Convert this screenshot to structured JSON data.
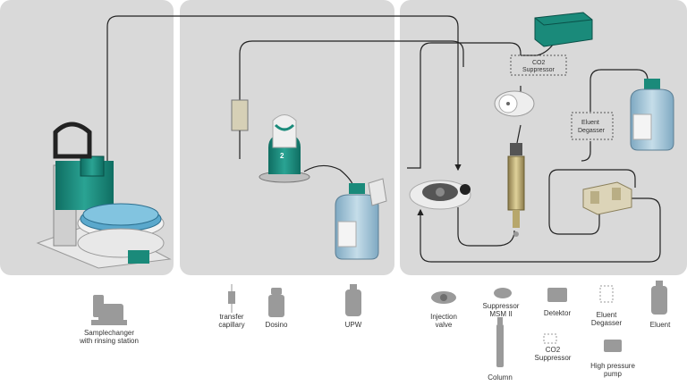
{
  "colors": {
    "panel": "#d9d9d9",
    "line": "#222222",
    "teal": "#1a8a7a",
    "glass": "#9ec3d6",
    "legend_icon": "#9a9a9a"
  },
  "components": {
    "co2_suppressor": {
      "label_top": "CO2",
      "label_bottom": "Suppressor"
    },
    "eluent_degasser": {
      "label_top": "Eluent",
      "label_bottom": "Degasser"
    },
    "dosino_number": "2"
  },
  "legend": {
    "samplechanger": {
      "line1": "Samplechanger",
      "line2": "with rinsing station",
      "icon": "samplechanger-icon"
    },
    "transfer_capillary": {
      "line1": "transfer",
      "line2": "capillary",
      "icon": "capillary-icon"
    },
    "dosino": {
      "line1": "Dosino",
      "icon": "dosino-icon"
    },
    "upw": {
      "line1": "UPW",
      "icon": "bottle-icon"
    },
    "injection_valve": {
      "line1": "Injection",
      "line2": "valve",
      "icon": "valve-icon"
    },
    "suppressor_msm": {
      "line1": "Suppressor",
      "line2": "MSM II",
      "icon": "suppressor-icon"
    },
    "detektor": {
      "line1": "Detektor",
      "icon": "detector-icon"
    },
    "eluent_degasser": {
      "line1": "Eluent",
      "line2": "Degasser",
      "icon": "degasser-icon"
    },
    "eluent": {
      "line1": "Eluent",
      "icon": "bottle-icon"
    },
    "co2_suppressor": {
      "line1": "CO2",
      "line2": "Suppressor",
      "icon": "co2-suppressor-icon"
    },
    "high_pressure_pump": {
      "line1": "High pressure",
      "line2": "pump",
      "icon": "pump-icon"
    },
    "column": {
      "line1": "Column",
      "icon": "column-icon"
    }
  }
}
